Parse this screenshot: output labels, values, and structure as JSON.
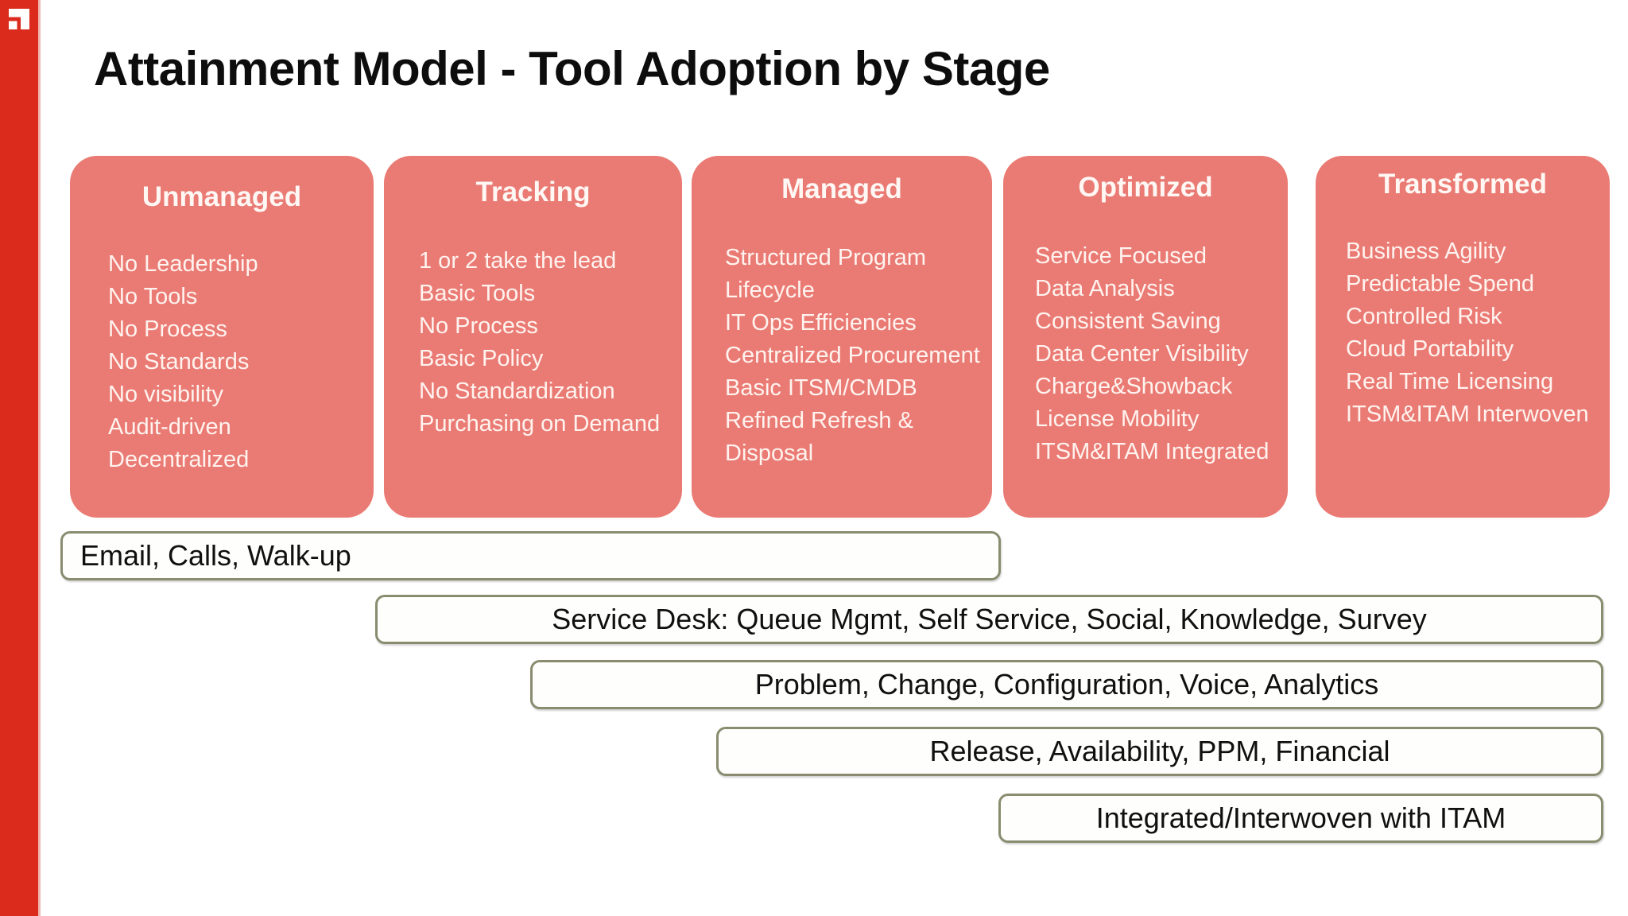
{
  "slide": {
    "title": "Attainment Model - Tool Adoption by Stage",
    "accent_color": "#DB2B1C",
    "card_color": "#EA7B74",
    "bar_border_color": "#8A8C70",
    "logo_name": "corner-arrow-logo"
  },
  "stages": [
    {
      "name": "Unmanaged",
      "items": [
        "No Leadership",
        "No Tools",
        "No Process",
        "No Standards",
        "No visibility",
        "Audit-driven",
        "Decentralized"
      ]
    },
    {
      "name": "Tracking",
      "items": [
        "1 or 2 take the lead",
        "Basic Tools",
        "No Process",
        "Basic Policy",
        "No Standardization",
        "Purchasing on Demand"
      ]
    },
    {
      "name": "Managed",
      "items": [
        "Structured Program",
        "Lifecycle",
        "IT Ops Efficiencies",
        "Centralized Procurement",
        "Basic ITSM/CMDB",
        "Refined Refresh &",
        "Disposal"
      ]
    },
    {
      "name": "Optimized",
      "items": [
        "Service Focused",
        "Data Analysis",
        "Consistent Saving",
        "Data Center Visibility",
        "Charge&Showback",
        "License Mobility",
        "ITSM&ITAM Integrated"
      ]
    },
    {
      "name": "Transformed",
      "items": [
        "Business Agility",
        "Predictable Spend",
        "Controlled Risk",
        "Cloud Portability",
        "Real Time Licensing",
        "ITSM&ITAM Interwoven"
      ]
    }
  ],
  "capability_bars": [
    {
      "label": "Email, Calls, Walk-up"
    },
    {
      "label": "Service Desk: Queue Mgmt, Self Service, Social, Knowledge, Survey"
    },
    {
      "label": "Problem, Change, Configuration, Voice, Analytics"
    },
    {
      "label": "Release, Availability, PPM, Financial"
    },
    {
      "label": "Integrated/Interwoven with ITAM"
    }
  ]
}
